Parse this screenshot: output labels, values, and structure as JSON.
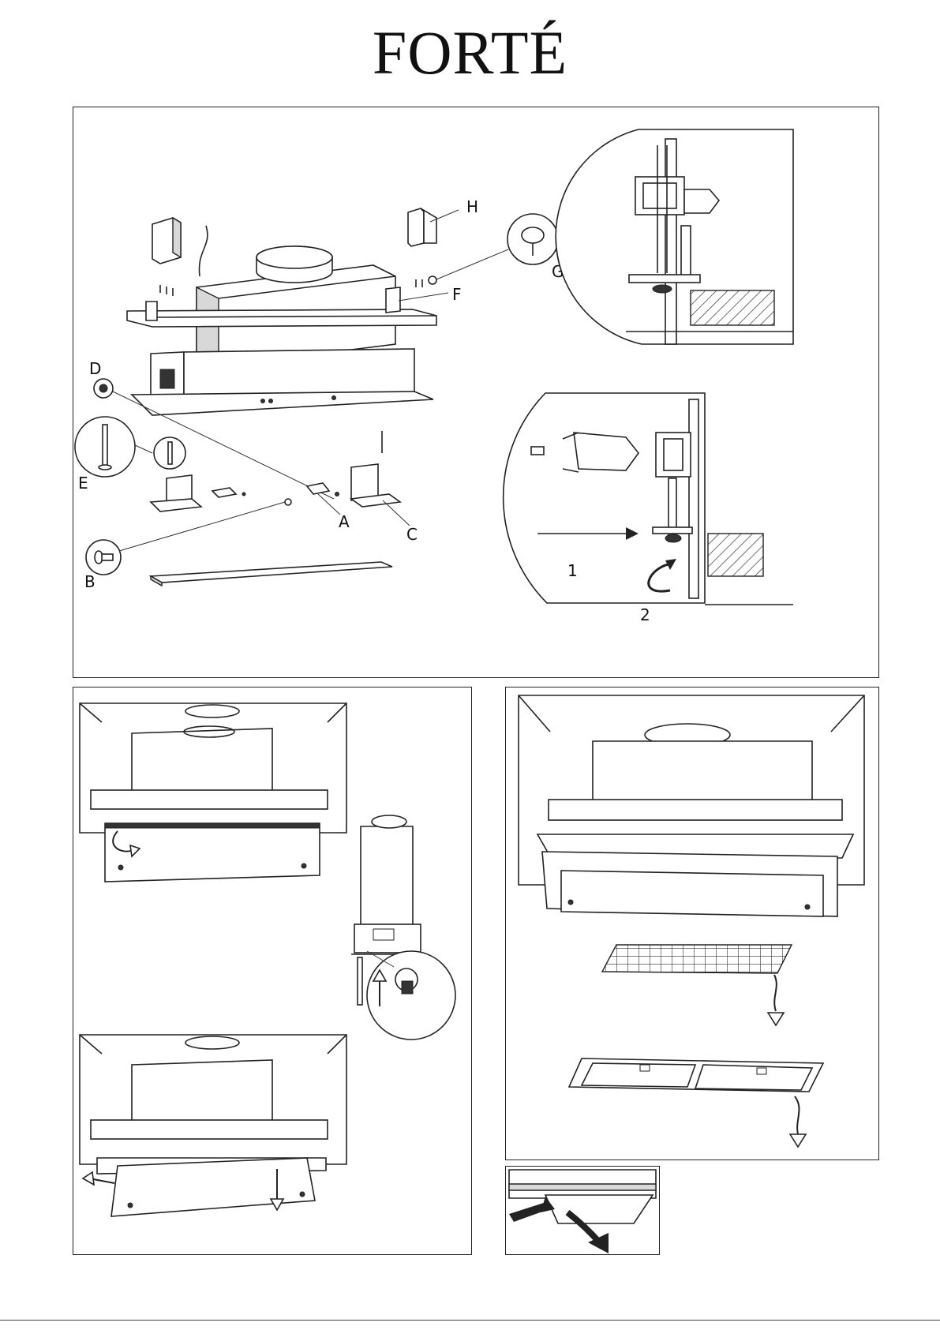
{
  "brand": {
    "name": "FORTÉ"
  },
  "main_figure": {
    "labels": {
      "A": "A",
      "B": "B",
      "C": "C",
      "D": "D",
      "E": "E",
      "F": "F",
      "G": "G",
      "H": "H"
    },
    "step_numbers": {
      "one": "1",
      "two": "2"
    }
  },
  "footer": {
    "text": ""
  }
}
